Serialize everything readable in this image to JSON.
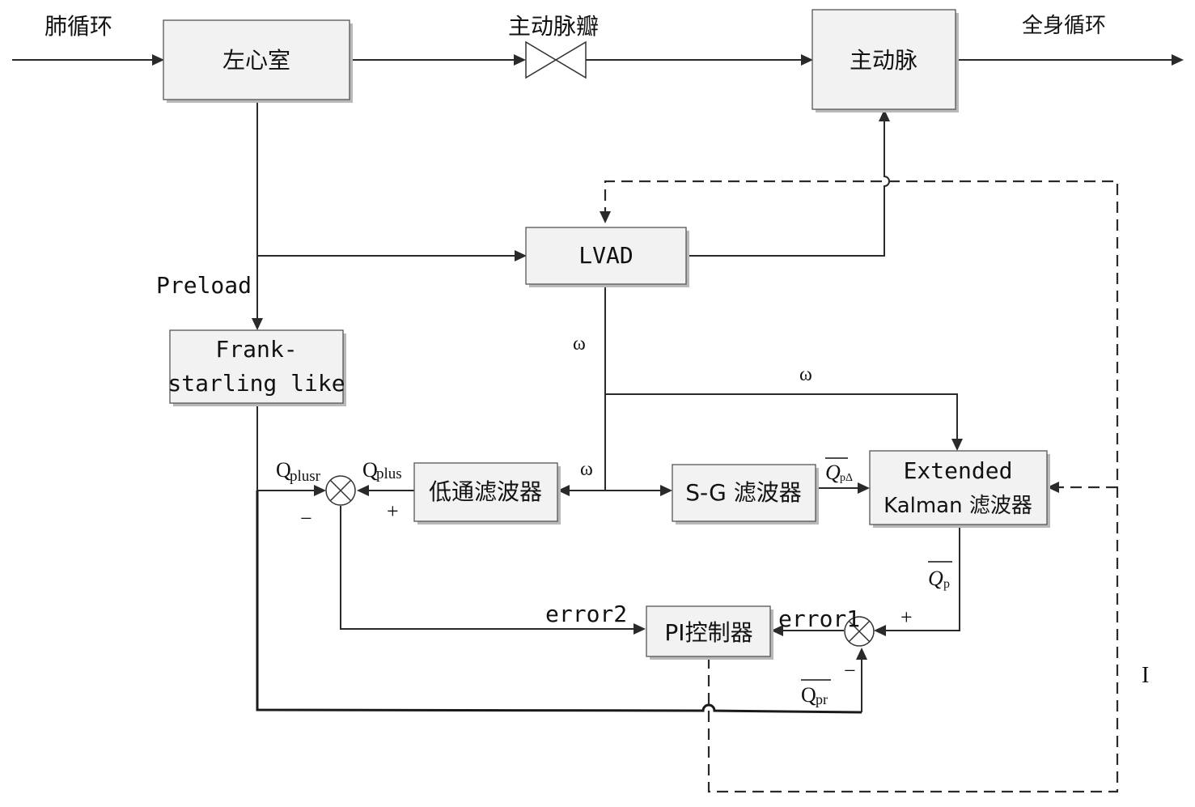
{
  "blocks": {
    "left_ventricle": "左心室",
    "aorta": "主动脉",
    "lvad": "LVAD",
    "frank_starling_line1": "Frank-",
    "frank_starling_line2": "starling like",
    "low_pass_filter": "低通滤波器",
    "sg_filter": "S-G 滤波器",
    "ekf_line1": "Extended",
    "ekf_line2": "Kalman 滤波器",
    "pi_controller": "PI控制器"
  },
  "labels": {
    "pulmonary_circulation": "肺循环",
    "aortic_valve": "主动脉瓣",
    "systemic_circulation": "全身循环",
    "preload": "Preload",
    "omega_1": "ω",
    "omega_2": "ω",
    "omega_3": "ω",
    "q_plusr_main": "Q",
    "q_plusr_sub": "plusr",
    "q_plus_main": "Q",
    "q_plus_sub": "plus",
    "q_p_delta_main": "Q",
    "q_p_delta_sub": "pΔ",
    "q_p_main": "Q",
    "q_p_sub": "p",
    "q_pr_main": "Q",
    "q_pr_sub": "pr",
    "error1": "error1",
    "error2": "error2",
    "minus_left": "−",
    "plus_left": "+",
    "plus_right": "+",
    "minus_right": "−",
    "current_I": "I"
  }
}
